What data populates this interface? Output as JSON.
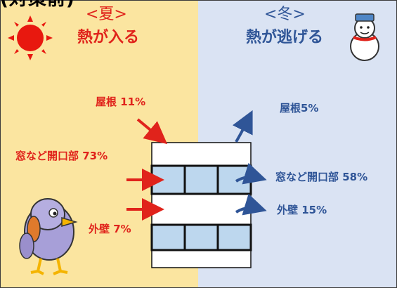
{
  "partial_title": "(対策前)",
  "summer": {
    "season": "<夏>",
    "heading": "熱が入る",
    "roof": "屋根 11%",
    "windows": "窓など開口部 73%",
    "wall": "外壁 7%"
  },
  "winter": {
    "season": "<冬>",
    "heading": "熱が逃げる",
    "roof": "屋根5%",
    "windows": "窓など開口部 58%",
    "wall": "外壁 15%"
  },
  "colors": {
    "summer_bg": "#fbe5a0",
    "winter_bg": "#dae3f3",
    "summer_text": "#e0231b",
    "winter_text": "#2f5597",
    "window_fill": "#bdd7ee"
  },
  "icons": [
    "sun-icon",
    "snowman-icon",
    "bird-mascot-icon"
  ]
}
